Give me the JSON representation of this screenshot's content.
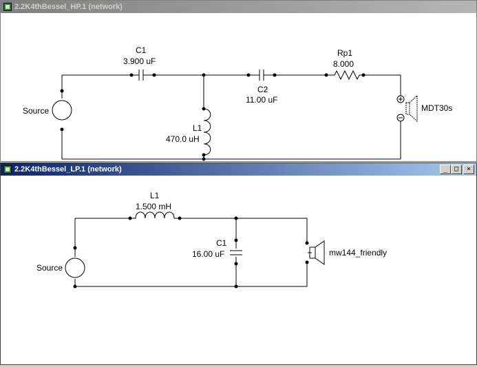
{
  "windows": {
    "hp": {
      "title": "2.2K4thBessel_HP.1 (network)",
      "components": {
        "c1": {
          "name": "C1",
          "value": "3.900 uF"
        },
        "c2": {
          "name": "C2",
          "value": "11.00 uF"
        },
        "l1": {
          "name": "L1",
          "value": "470.0 uH"
        },
        "rp1": {
          "name": "Rp1",
          "value": "8.000"
        },
        "source": {
          "name": "Source"
        },
        "driver": {
          "name": "MDT30s"
        }
      }
    },
    "lp": {
      "title": "2.2K4thBessel_LP.1 (network)",
      "buttons": {
        "minimize": "_",
        "maximize": "□",
        "close": "×"
      },
      "components": {
        "l1": {
          "name": "L1",
          "value": "1.500 mH"
        },
        "c1": {
          "name": "C1",
          "value": "16.00 uF"
        },
        "source": {
          "name": "Source"
        },
        "driver": {
          "name": "mw144_friendly"
        }
      }
    }
  }
}
